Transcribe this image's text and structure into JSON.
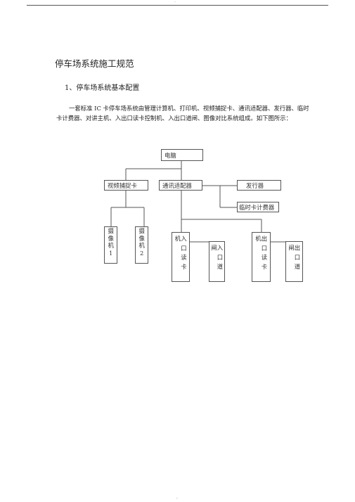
{
  "page": {
    "header_mark": "-",
    "footer_mark": "."
  },
  "document": {
    "title": "停车场系统施工规范",
    "section_heading": "1、停车场系统基本配置",
    "paragraph": "一套标准 IC 卡停车场系统由管理计算机、打印机、视频捕捉卡、通讯适配器、发行器、临时卡计费器、对讲主机、入出口读卡控制机、入出口道闸、图像对比系统组成。如下图所示："
  },
  "diagram": {
    "nodes": {
      "computer": "电脑",
      "video_capture_card": "视频捕捉卡",
      "comm_adapter": "通讯适配器",
      "issuer": "发行器",
      "temp_card_meter": "临时卡计费器",
      "camera_1": "摄像机1",
      "camera_2": "摄像机2",
      "entry_reader": "入口读卡机",
      "entry_gate": "入口道闸",
      "exit_reader": "出口读卡机",
      "exit_gate": "出口道闸"
    }
  }
}
